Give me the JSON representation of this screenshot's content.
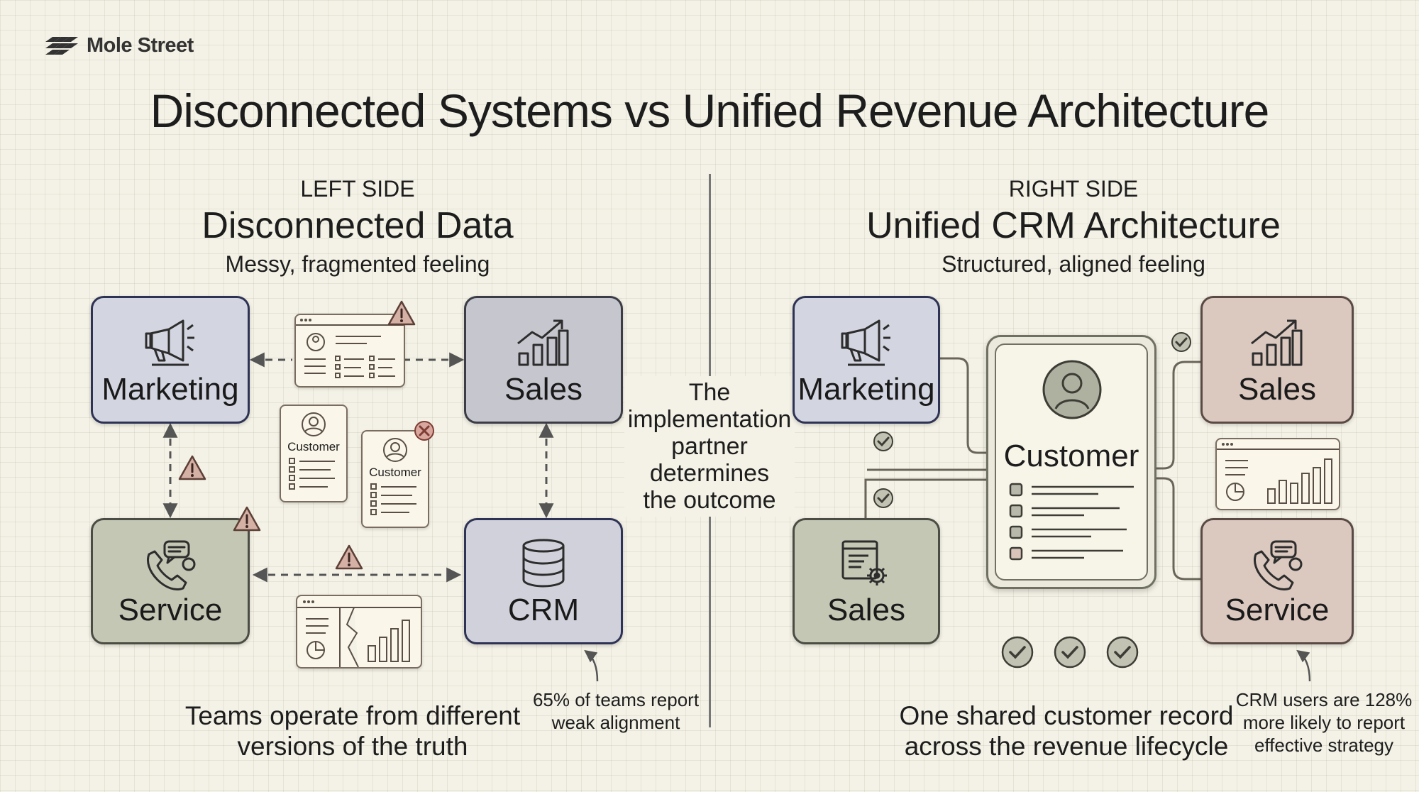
{
  "brand": {
    "name": "Mole Street"
  },
  "title": "Disconnected Systems vs Unified Revenue Architecture",
  "left": {
    "label": "LEFT SIDE",
    "title": "Disconnected Data",
    "subtitle": "Messy, fragmented feeling",
    "boxes": {
      "marketing": "Marketing",
      "sales": "Sales",
      "service": "Service",
      "crm": "CRM"
    },
    "customer_cards": [
      "Customer",
      "Customer"
    ],
    "caption_lines": [
      "Teams operate from different",
      "versions of the truth"
    ],
    "stat_lines": [
      "65% of teams report",
      "weak alignment"
    ]
  },
  "center_note_lines": [
    "The",
    "implementation",
    "partner",
    "determines",
    "the outcome"
  ],
  "right": {
    "label": "RIGHT SIDE",
    "title": "Unified CRM Architecture",
    "subtitle": "Structured, aligned feeling",
    "boxes": {
      "marketing": "Marketing",
      "sales_top": "Sales",
      "sales_bottom": "Sales",
      "service": "Service"
    },
    "customer": "Customer",
    "caption_lines": [
      "One shared customer record",
      "across the revenue lifecycle"
    ],
    "stat_lines": [
      "CRM users are 128%",
      "more likely to report",
      "effective strategy"
    ]
  },
  "colors": {
    "bg": "#f4f2e6",
    "blue_box": "#d3d5e0",
    "gray_box": "#c6c6ce",
    "green_box": "#c4c7b4",
    "rose_box": "#dbc8bf",
    "warning": "#c9a69c",
    "check": "#c2c3b3"
  }
}
